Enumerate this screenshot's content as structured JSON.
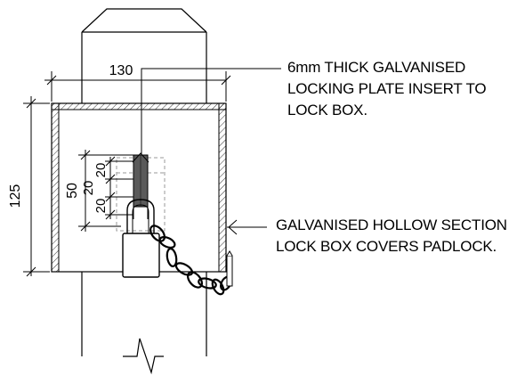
{
  "dimensions": {
    "width": "130",
    "height": "125",
    "plate_height": "50",
    "hole_spacing_a": "20",
    "hole_spacing_b": "20",
    "hole_spacing_c": "20"
  },
  "notes": {
    "locking_plate": {
      "line1": "6mm THICK GALVANISED",
      "line2": "LOCKING PLATE  INSERT TO",
      "line3": "LOCK BOX."
    },
    "lock_box": {
      "line1": "GALVANISED HOLLOW SECTION",
      "line2": "LOCK BOX COVERS PADLOCK."
    }
  },
  "colors": {
    "line": "#000000",
    "hidden_line": "#9a9a9a",
    "background": "#ffffff"
  }
}
